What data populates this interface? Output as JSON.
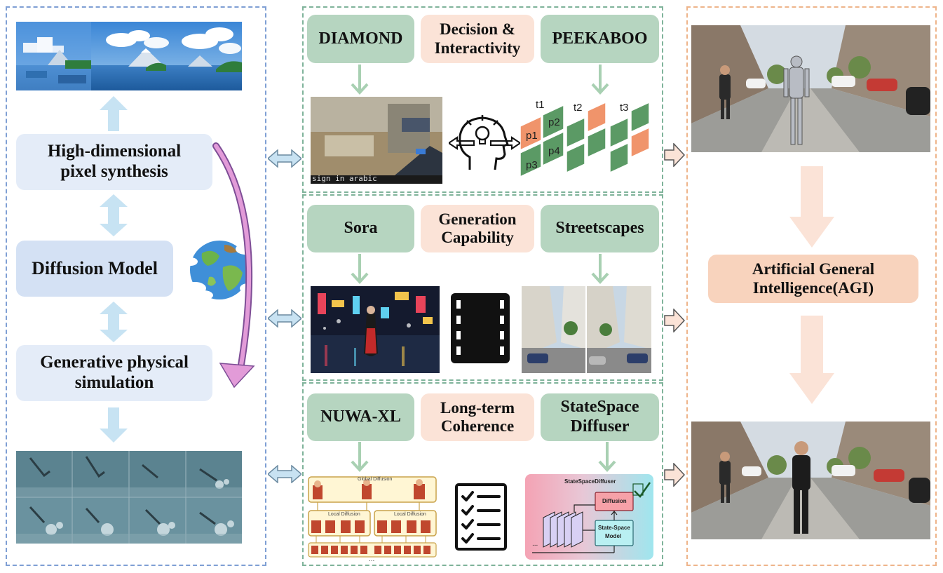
{
  "left": {
    "pixel_synthesis": "High-dimensional\npixel synthesis",
    "diffusion_model": "Diffusion Model",
    "physical_simulation": "Generative physical\nsimulation"
  },
  "middle": {
    "row1": {
      "left_label": "DIAMOND",
      "center_label": "Decision &\nInteractivity",
      "right_label": "PEEKABOO",
      "game_caption": "sign in arabic",
      "patch_labels": [
        "p1",
        "p2",
        "p3",
        "p4"
      ],
      "time_labels": [
        "t1",
        "t2",
        "t3"
      ]
    },
    "row2": {
      "left_label": "Sora",
      "center_label": "Generation\nCapability",
      "right_label": "Streetscapes"
    },
    "row3": {
      "left_label": "NUWA-XL",
      "center_label": "Long-term\nCoherence",
      "right_label": "StateSpace\nDiffuser",
      "global_diffusion": "Global Diffusion",
      "local_diffusion_1": "Local Diffusion",
      "local_diffusion_2": "Local Diffusion",
      "ellipsis": "...",
      "ssd_title": "StateSpaceDiffuser",
      "ssd_diffusion": "Diffusion",
      "ssd_state_space": "State-Space",
      "ssd_model": "Model",
      "ssd_dots": "..."
    }
  },
  "right": {
    "agi": "Artificial General\nIntelligence(AGI)"
  },
  "colors": {
    "left_border": "#7f9fd4",
    "middle_border": "#7fb39a",
    "right_border": "#eeb48a",
    "model_box": "#b6d5c0",
    "capability_box": "#fbe3d7",
    "agi_box": "#f8d3bd",
    "left_box": "#e4ecf8",
    "peekaboo_green": "#5b9a65",
    "peekaboo_orange": "#f0946b"
  },
  "icons": [
    "globe-icon",
    "thinking-head-icon",
    "film-strip-icon",
    "checklist-icon",
    "checkmark-icon"
  ]
}
